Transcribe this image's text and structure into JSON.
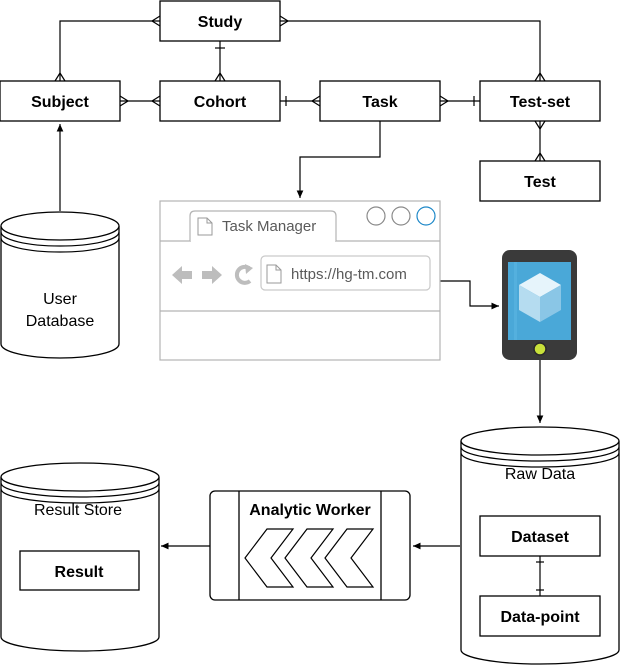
{
  "entities": {
    "study": "Study",
    "subject": "Subject",
    "cohort": "Cohort",
    "task": "Task",
    "test_set": "Test-set",
    "test": "Test"
  },
  "stores": {
    "user_database": [
      "User",
      "Database"
    ],
    "raw_data": "Raw Data",
    "dataset": "Dataset",
    "data_point": "Data-point",
    "result_store": "Result Store",
    "result": "Result"
  },
  "browser": {
    "tab_title": "Task Manager",
    "url": "https://hg-tm.com",
    "icons": [
      "back-arrow-icon",
      "forward-arrow-icon",
      "reload-icon",
      "page-icon"
    ]
  },
  "phone": {
    "icon": "cube-app-icon",
    "screen_color": "#4aa8d8",
    "body_color": "#3a3a3a",
    "button_color": "#c8e03a"
  },
  "worker": {
    "label": "Analytic Worker",
    "icon": "chevrons-left-icon"
  }
}
